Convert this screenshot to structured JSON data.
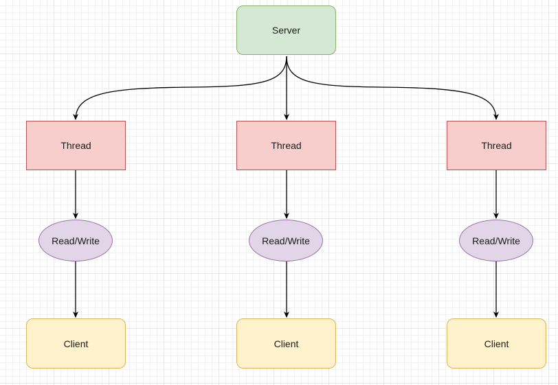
{
  "diagram": {
    "server": {
      "label": "Server"
    },
    "columns": [
      {
        "thread": "Thread",
        "readwrite": "Read/Write",
        "client": "Client"
      },
      {
        "thread": "Thread",
        "readwrite": "Read/Write",
        "client": "Client"
      },
      {
        "thread": "Thread",
        "readwrite": "Read/Write",
        "client": "Client"
      }
    ],
    "colors": {
      "server_fill": "#d5e8d4",
      "server_stroke": "#82b366",
      "thread_fill": "#f8cecc",
      "thread_stroke": "#b85450",
      "readwrite_fill": "#e1d5e7",
      "readwrite_stroke": "#9673a6",
      "client_fill": "#fff2cc",
      "client_stroke": "#d6b656",
      "edge": "#000000"
    }
  }
}
